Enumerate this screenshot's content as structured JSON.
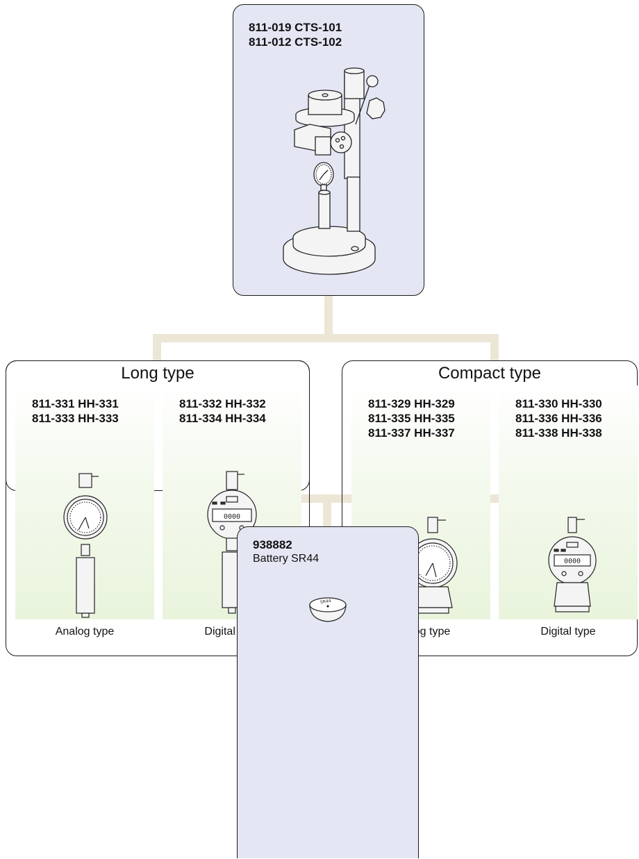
{
  "stand": {
    "codes": [
      "811-019  CTS-101",
      "811-012  CTS-102"
    ],
    "image": "hardness-tester-stand"
  },
  "long_type": {
    "title": "Long type",
    "analog": {
      "codes": [
        "811-331 HH-331",
        "811-333 HH-333"
      ],
      "label": "Analog type",
      "image": "long-analog-durometer"
    },
    "digital": {
      "codes": [
        "811-332 HH-332",
        "811-334 HH-334"
      ],
      "label": "Digital type",
      "image": "long-digital-durometer",
      "display": "0000"
    }
  },
  "compact_type": {
    "title": "Compact type",
    "analog": {
      "codes": [
        "811-329 HH-329",
        "811-335 HH-335",
        "811-337 HH-337"
      ],
      "label": "Analog type",
      "image": "compact-analog-durometer"
    },
    "digital": {
      "codes": [
        "811-330 HH-330",
        "811-336 HH-336",
        "811-338 HH-338"
      ],
      "label": "Digital type",
      "image": "compact-digital-durometer",
      "display": "0000"
    }
  },
  "battery": {
    "code": "938882",
    "name": "Battery SR44",
    "marking": "SR44",
    "image": "button-battery"
  },
  "colors": {
    "connector": "#ece6d6",
    "box_blue": "#e4e6f4",
    "panel_green": "#e9f4dc"
  }
}
